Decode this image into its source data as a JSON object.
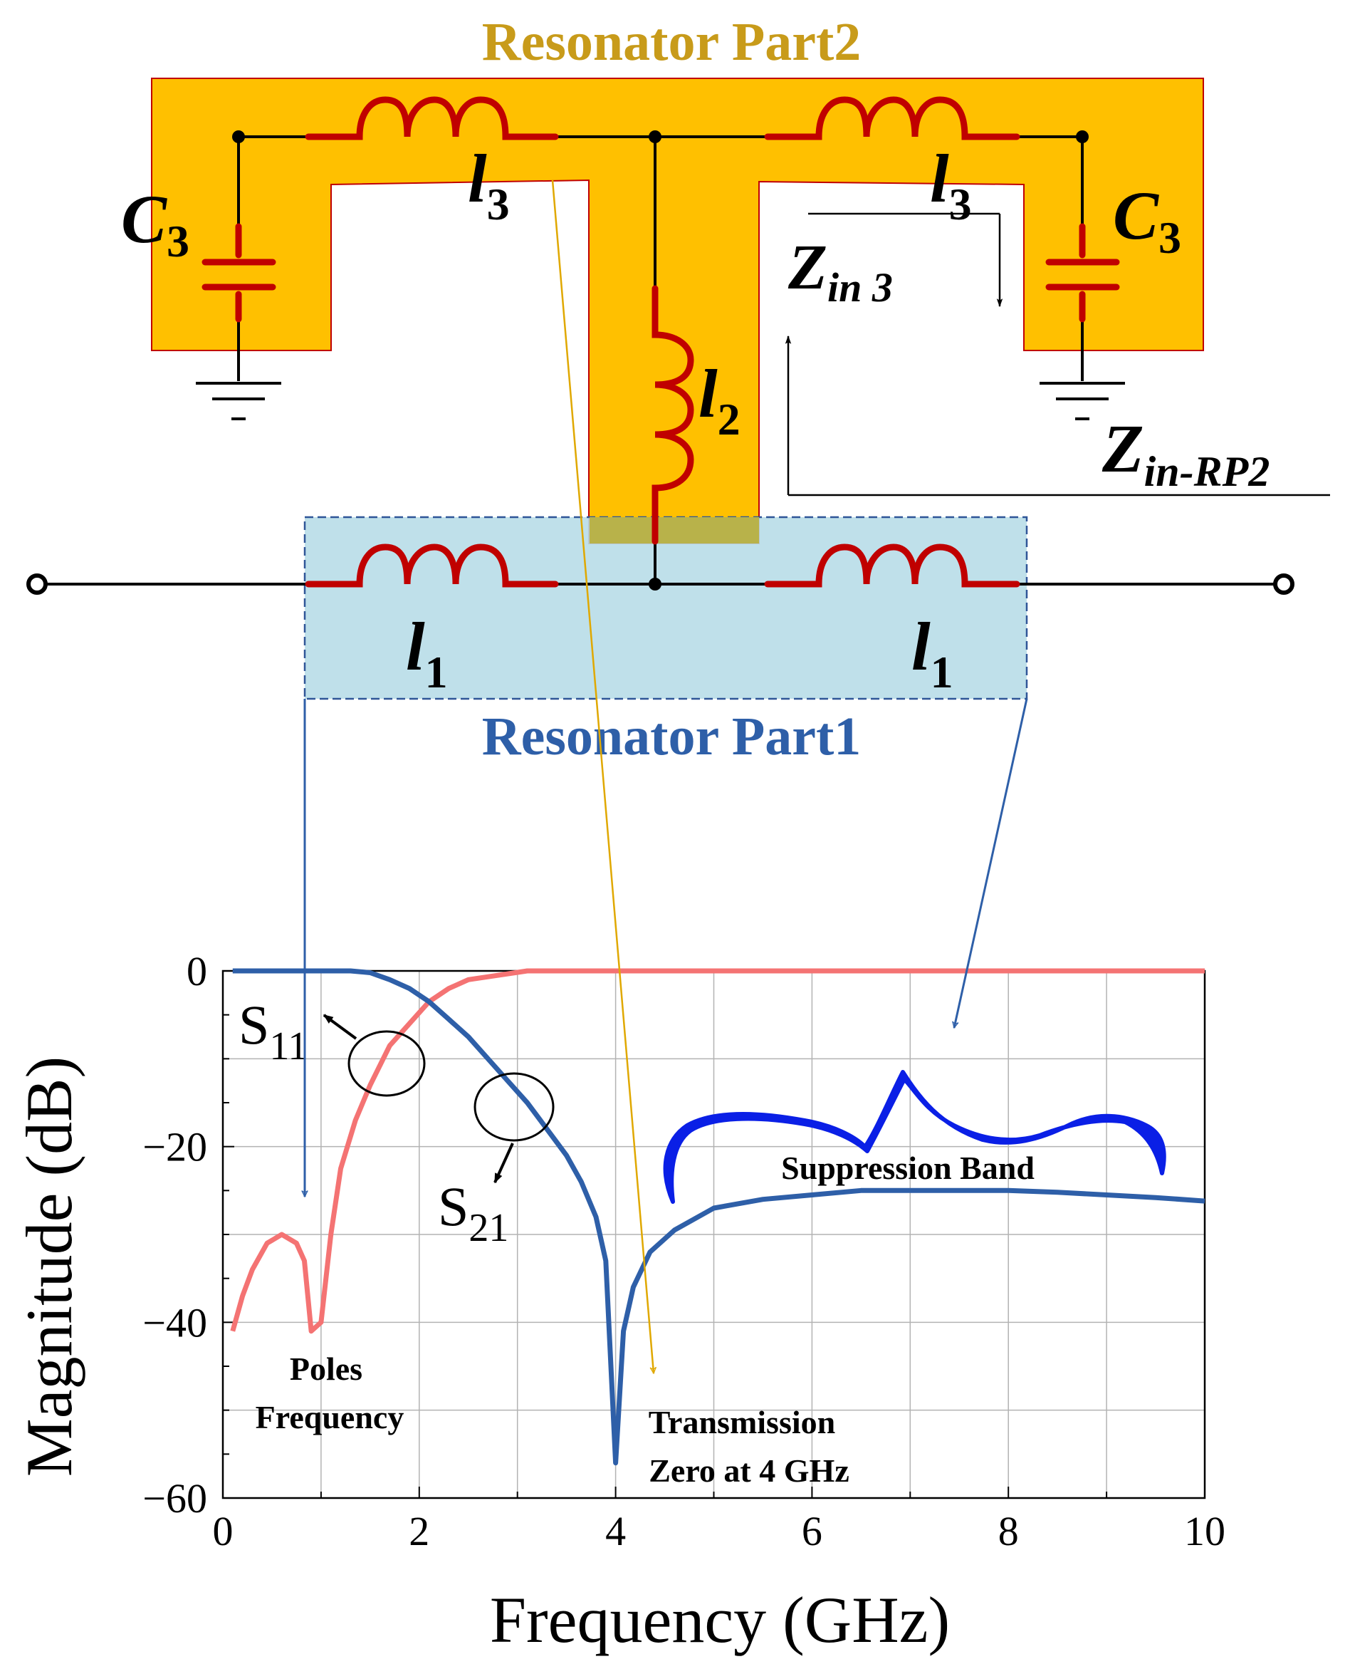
{
  "colors": {
    "rp2_fill": "#FFC000",
    "rp2_border": "#C00000",
    "rp1_fill": "#B8DDE8",
    "rp1_border": "#2F5597",
    "rp2_title": "#C89B1A",
    "rp1_title": "#2E5FA8",
    "inductor": "#C00000",
    "capacitor": "#C00000",
    "wire": "#000000",
    "s11": "#F47373",
    "s21": "#2E5FA8",
    "suppression": "#0A1FE6",
    "arrow_blue": "#2E5FA8",
    "arrow_gold": "#E0A800",
    "grid": "#B3B3B3"
  },
  "circuit": {
    "rp2_title": "Resonator Part2",
    "rp1_title": "Resonator Part1",
    "c3_left": {
      "main": "C",
      "sub": "3"
    },
    "c3_right": {
      "main": "C",
      "sub": "3"
    },
    "l3_left": {
      "main": "l",
      "sub": "3"
    },
    "l3_right": {
      "main": "l",
      "sub": "3"
    },
    "l2": {
      "main": "l",
      "sub": "2"
    },
    "l1_left": {
      "main": "l",
      "sub": "1"
    },
    "l1_right": {
      "main": "l",
      "sub": "1"
    },
    "zin3": {
      "main": "Z",
      "sub": "in 3"
    },
    "zin_rp2": {
      "main": "Z",
      "sub": "in-RP2"
    }
  },
  "chart": {
    "xlabel": "Frequency (GHz)",
    "ylabel": "Magnitude (dB)",
    "x_ticks": [
      "0",
      "2",
      "4",
      "6",
      "8",
      "10"
    ],
    "y_ticks": [
      "0",
      "−20",
      "−40",
      "−60"
    ],
    "s11_label": {
      "main": "S",
      "sub": "11"
    },
    "s21_label": {
      "main": "S",
      "sub": "21"
    },
    "annotation_poles_1": "Poles",
    "annotation_poles_2": "Frequency",
    "annotation_tz_1": "Transmission",
    "annotation_tz_2": "Zero at 4 GHz",
    "annotation_suppression": "Suppression Band"
  },
  "chart_data": {
    "type": "line",
    "xlabel": "Frequency (GHz)",
    "ylabel": "Magnitude (dB)",
    "xlim": [
      0,
      10
    ],
    "ylim": [
      -60,
      0
    ],
    "x_ticks": [
      0,
      2,
      4,
      6,
      8,
      10
    ],
    "y_ticks": [
      0,
      -20,
      -40,
      -60
    ],
    "grid": true,
    "series": [
      {
        "name": "S11",
        "x": [
          0.1,
          0.2,
          0.3,
          0.45,
          0.6,
          0.75,
          0.83,
          0.9,
          1.0,
          1.1,
          1.2,
          1.35,
          1.5,
          1.7,
          1.9,
          2.1,
          2.3,
          2.5,
          2.8,
          3.1,
          3.5,
          4,
          5,
          6,
          7,
          8,
          9,
          10
        ],
        "y": [
          -41,
          -37,
          -34,
          -31,
          -30,
          -31,
          -33,
          -41,
          -40,
          -30,
          -22.5,
          -17,
          -13,
          -8.5,
          -6,
          -3.5,
          -2,
          -1,
          -0.5,
          0,
          0,
          0,
          0,
          0,
          0,
          0,
          0,
          0
        ]
      },
      {
        "name": "S21",
        "x": [
          0.1,
          0.5,
          1.0,
          1.3,
          1.5,
          1.7,
          1.9,
          2.1,
          2.3,
          2.5,
          2.7,
          2.9,
          3.1,
          3.3,
          3.5,
          3.65,
          3.8,
          3.9,
          4.0,
          4.08,
          4.18,
          4.35,
          4.6,
          5.0,
          5.5,
          6.0,
          6.5,
          7.0,
          7.5,
          8.0,
          8.5,
          9.0,
          9.5,
          10.0
        ],
        "y": [
          0,
          0,
          0,
          0,
          -0.2,
          -1,
          -2,
          -3.5,
          -5.5,
          -7.5,
          -10,
          -12.5,
          -15,
          -18,
          -21,
          -24,
          -28,
          -33,
          -56,
          -41,
          -36,
          -32,
          -29.5,
          -27,
          -26,
          -25.5,
          -25,
          -25,
          -25,
          -25,
          -25.2,
          -25.5,
          -25.8,
          -26.2
        ]
      }
    ]
  }
}
